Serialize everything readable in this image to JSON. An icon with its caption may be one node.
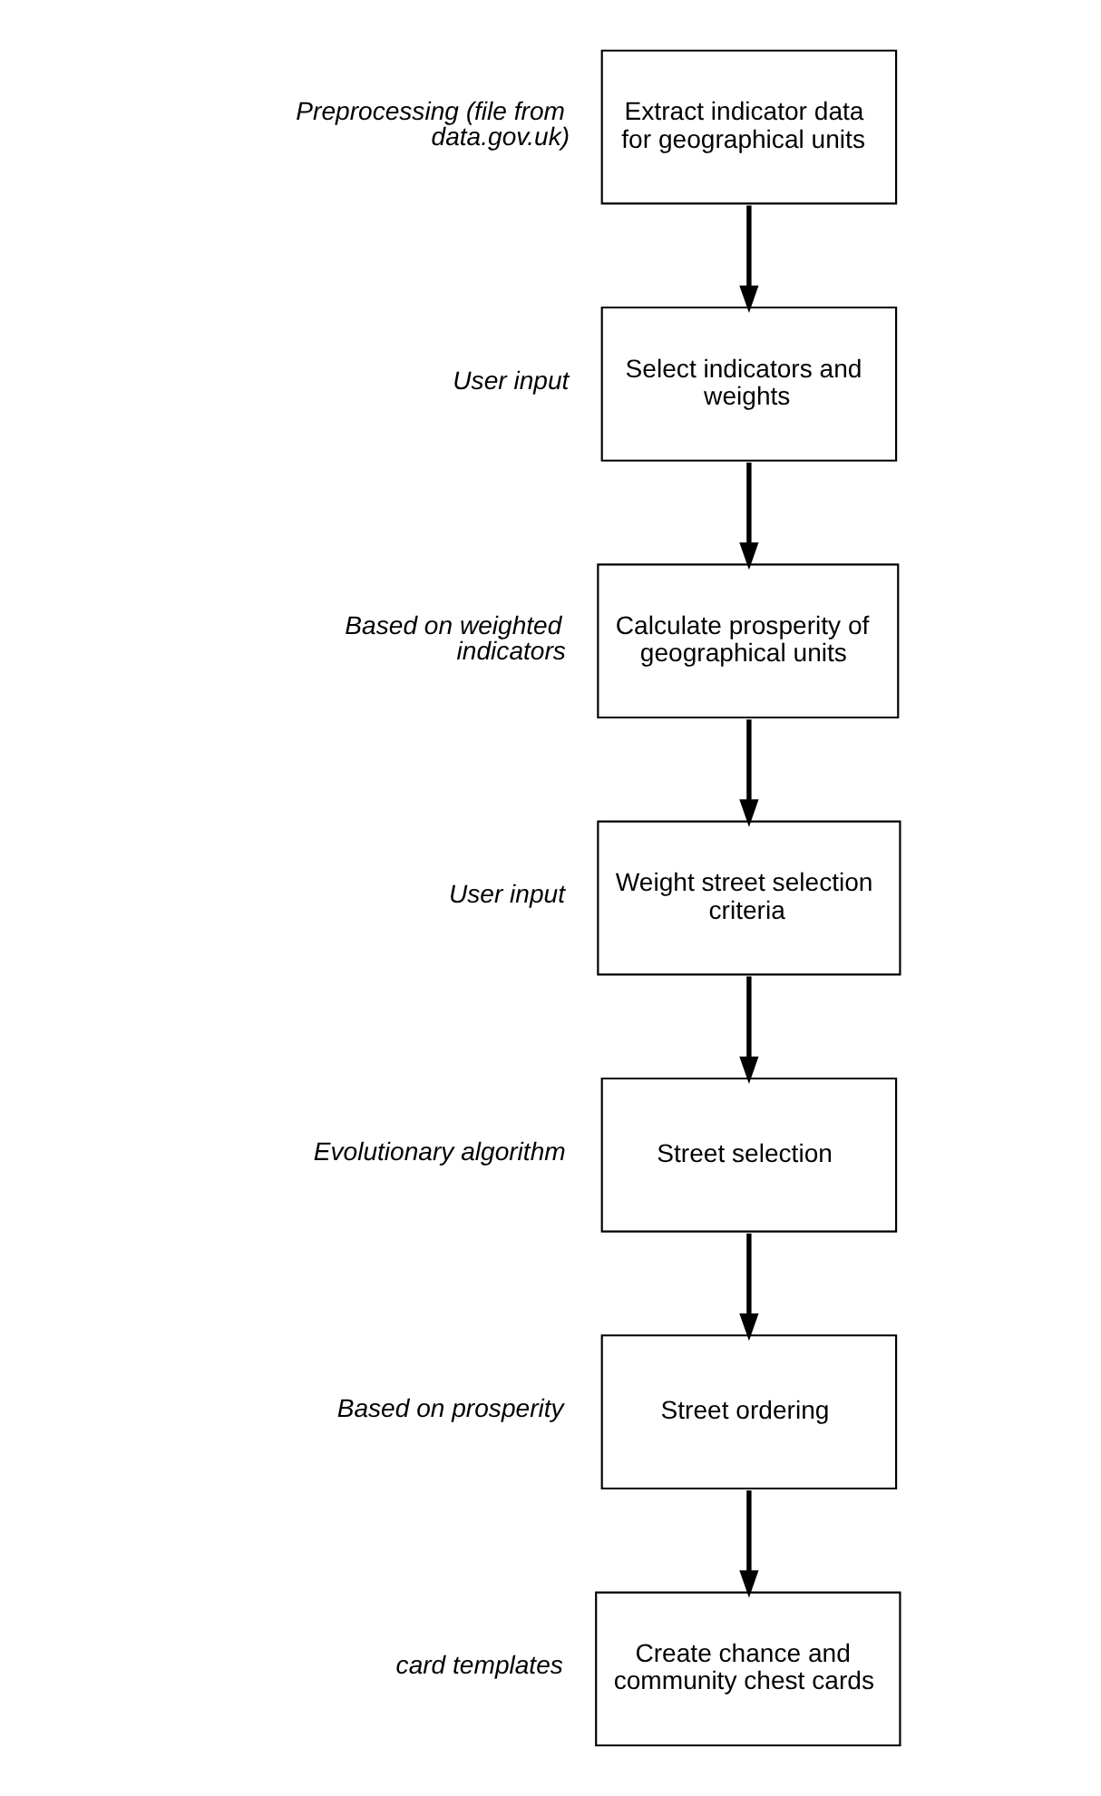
{
  "diagram": {
    "nodes": [
      {
        "text": [
          "Extract indicator data for geographical units"
        ],
        "beside": [
          "Preprocessing (file from data.gov.uk)"
        ]
      },
      {
        "text": [
          "Select indicators and weights"
        ],
        "beside": [
          "User input"
        ]
      },
      {
        "text": [
          "Calculate prosperity of geographical units"
        ],
        "beside": [
          "Based on weighted indicators"
        ]
      },
      {
        "text": [
          "Weight street selection criteria"
        ],
        "beside": [
          "User input"
        ]
      },
      {
        "text": [
          "Street selection"
        ],
        "beside": [
          "Evolutionary algorithm"
        ]
      },
      {
        "text": [
          "Street ordering"
        ],
        "beside": [
          "Based on prosperity"
        ]
      },
      {
        "text": [
          "Create chance and community chest cards"
        ],
        "beside": [
          "card templates"
        ]
      }
    ],
    "edges": [
      {
        "from": 0,
        "to": 1,
        "arrow": "to"
      },
      {
        "from": 1,
        "to": 2,
        "arrow": "to"
      },
      {
        "from": 2,
        "to": 3,
        "arrow": "to"
      },
      {
        "from": 3,
        "to": 4,
        "arrow": "to"
      },
      {
        "from": 4,
        "to": 5,
        "arrow": "to"
      },
      {
        "from": 5,
        "to": 6,
        "arrow": "to"
      }
    ]
  }
}
